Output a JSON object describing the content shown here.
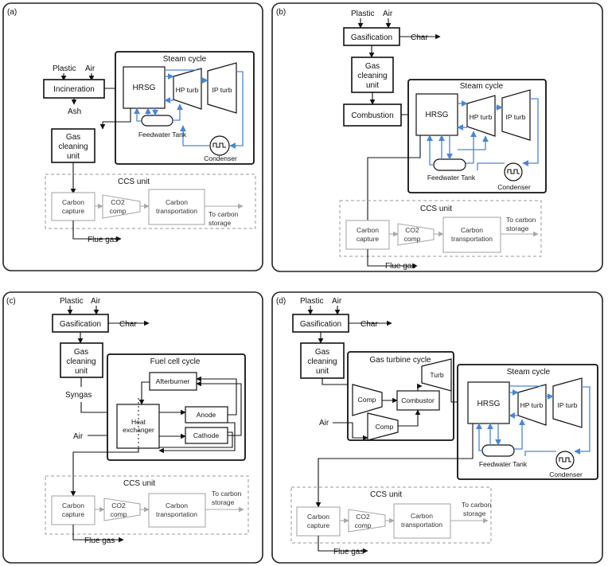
{
  "panels": {
    "a": {
      "tag": "(a)",
      "inputs": [
        "Plastic",
        "Air"
      ],
      "incineration": "Incineration",
      "ash": "Ash",
      "gas_cleaning": [
        "Gas",
        "cleaning",
        "unit"
      ],
      "steam_cycle": "Steam cycle",
      "hrsg": "HRSG",
      "hp_turb": "HP turb",
      "ip_turb": "IP turb",
      "feedwater": "Feedwater Tank",
      "condenser": "Condenser",
      "ccs_title": "CCS unit",
      "carbon_capture": [
        "Carbon",
        "capture"
      ],
      "co2_comp": [
        "CO2",
        "comp"
      ],
      "carbon_transport": [
        "Carbon",
        "transportation"
      ],
      "to_storage": [
        "To carbon",
        "storage"
      ],
      "flue_gas": "Flue gas"
    },
    "b": {
      "tag": "(b)",
      "inputs": [
        "Plastic",
        "Air"
      ],
      "gasification": "Gasification",
      "char": "Char",
      "gas_cleaning": [
        "Gas",
        "cleaning",
        "unit"
      ],
      "combustion": "Combustion",
      "steam_cycle": "Steam cycle",
      "hrsg": "HRSG",
      "hp_turb": "HP turb",
      "ip_turb": "IP turb",
      "feedwater": "Feedwater Tank",
      "condenser": "Condenser",
      "ccs_title": "CCS unit",
      "carbon_capture": [
        "Carbon",
        "capture"
      ],
      "co2_comp": [
        "CO2",
        "comp"
      ],
      "carbon_transport": [
        "Carbon",
        "transportation"
      ],
      "to_storage": [
        "To carbon",
        "storage"
      ],
      "flue_gas": "Flue gas"
    },
    "c": {
      "tag": "(c)",
      "inputs": [
        "Plastic",
        "Air"
      ],
      "gasification": "Gasification",
      "char": "Char",
      "gas_cleaning": [
        "Gas",
        "cleaning",
        "unit"
      ],
      "syngas": "Syngas",
      "air": "Air",
      "fuel_cell_cycle": "Fuel cell cycle",
      "afterburner": "Afterburner",
      "heat_exchanger": [
        "Heat",
        "exchanger"
      ],
      "anode": "Anode",
      "cathode": "Cathode",
      "ccs_title": "CCS unit",
      "carbon_capture": [
        "Carbon",
        "capture"
      ],
      "co2_comp": [
        "CO2",
        "comp"
      ],
      "carbon_transport": [
        "Carbon",
        "transportation"
      ],
      "to_storage": [
        "To carbon",
        "storage"
      ],
      "flue_gas": "Flue gas"
    },
    "d": {
      "tag": "(d)",
      "inputs": [
        "Plastic",
        "Air"
      ],
      "gasification": "Gasification",
      "char": "Char",
      "gas_cleaning": [
        "Gas",
        "cleaning",
        "unit"
      ],
      "gas_turbine_cycle": "Gas turbine cycle",
      "turb": "Turb",
      "comp": "Comp",
      "combustor": "Combustor",
      "air": "Air",
      "steam_cycle": "Steam cycle",
      "hrsg": "HRSG",
      "hp_turb": "HP turb",
      "ip_turb": "IP turb",
      "feedwater": "Feedwater Tank",
      "condenser": "Condenser",
      "ccs_title": "CCS unit",
      "carbon_capture": [
        "Carbon",
        "capture"
      ],
      "co2_comp": [
        "CO2",
        "comp"
      ],
      "carbon_transport": [
        "Carbon",
        "transportation"
      ],
      "to_storage": [
        "To carbon",
        "storage"
      ],
      "flue_gas": "Flue gas"
    }
  },
  "colors": {
    "steam_loop": "#4a86d6",
    "ccs_gray": "#a8a8a8",
    "line": "#111111"
  }
}
